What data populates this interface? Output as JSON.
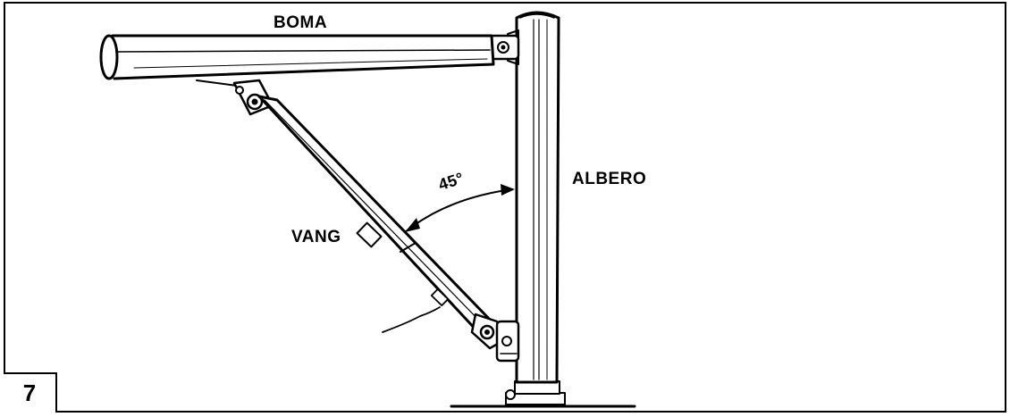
{
  "labels": {
    "boom": "BOMA",
    "mast": "ALBERO",
    "vang": "VANG",
    "angle": "45°"
  },
  "figure_number": "7"
}
